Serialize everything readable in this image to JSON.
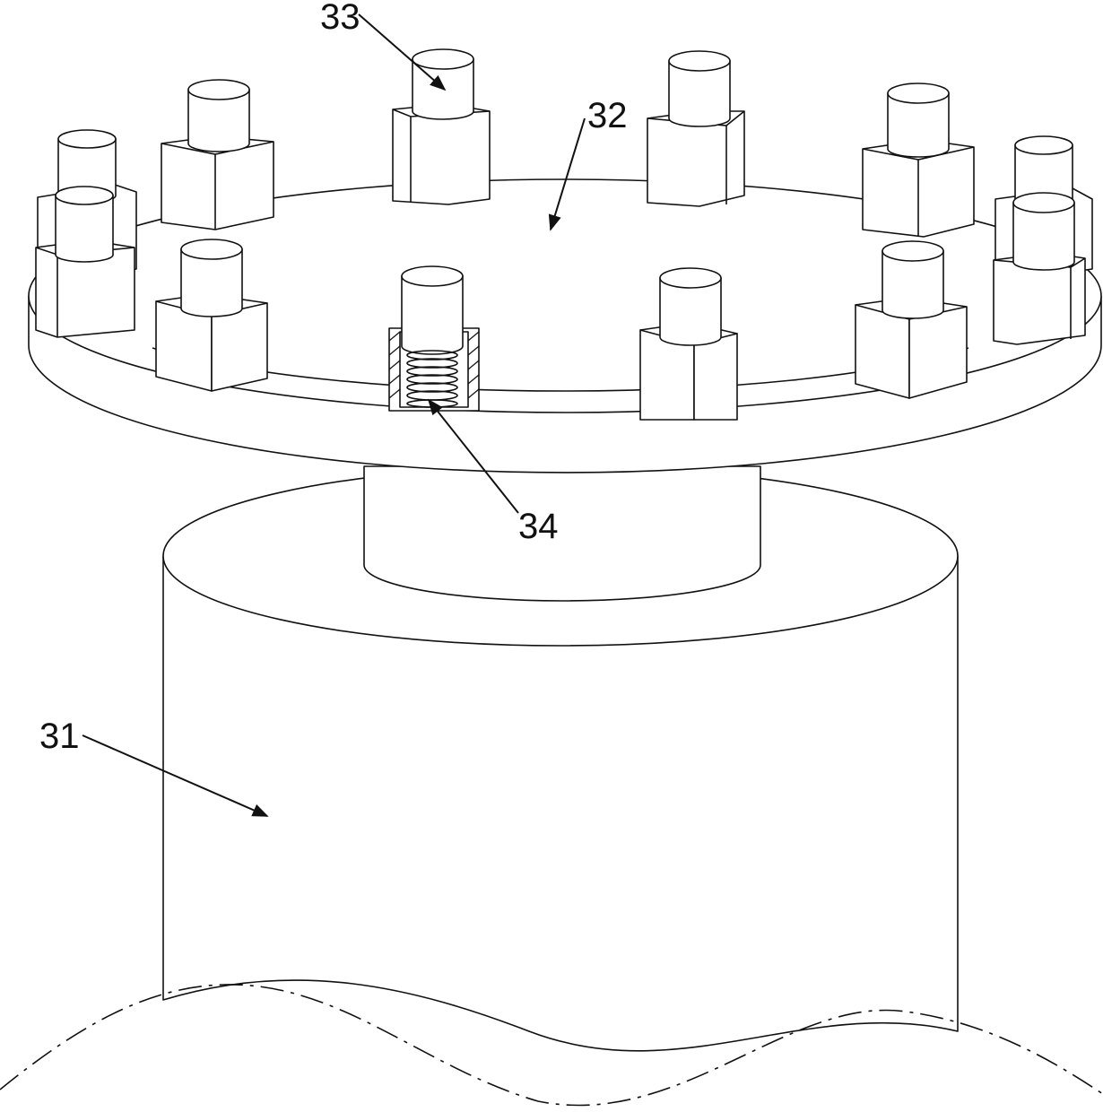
{
  "labels": {
    "base_column": "31",
    "turntable_disc": "32",
    "peg_assembly": "33",
    "spring_seat": "34"
  },
  "colors": {
    "line": "#111111",
    "fill": "#ffffff"
  }
}
